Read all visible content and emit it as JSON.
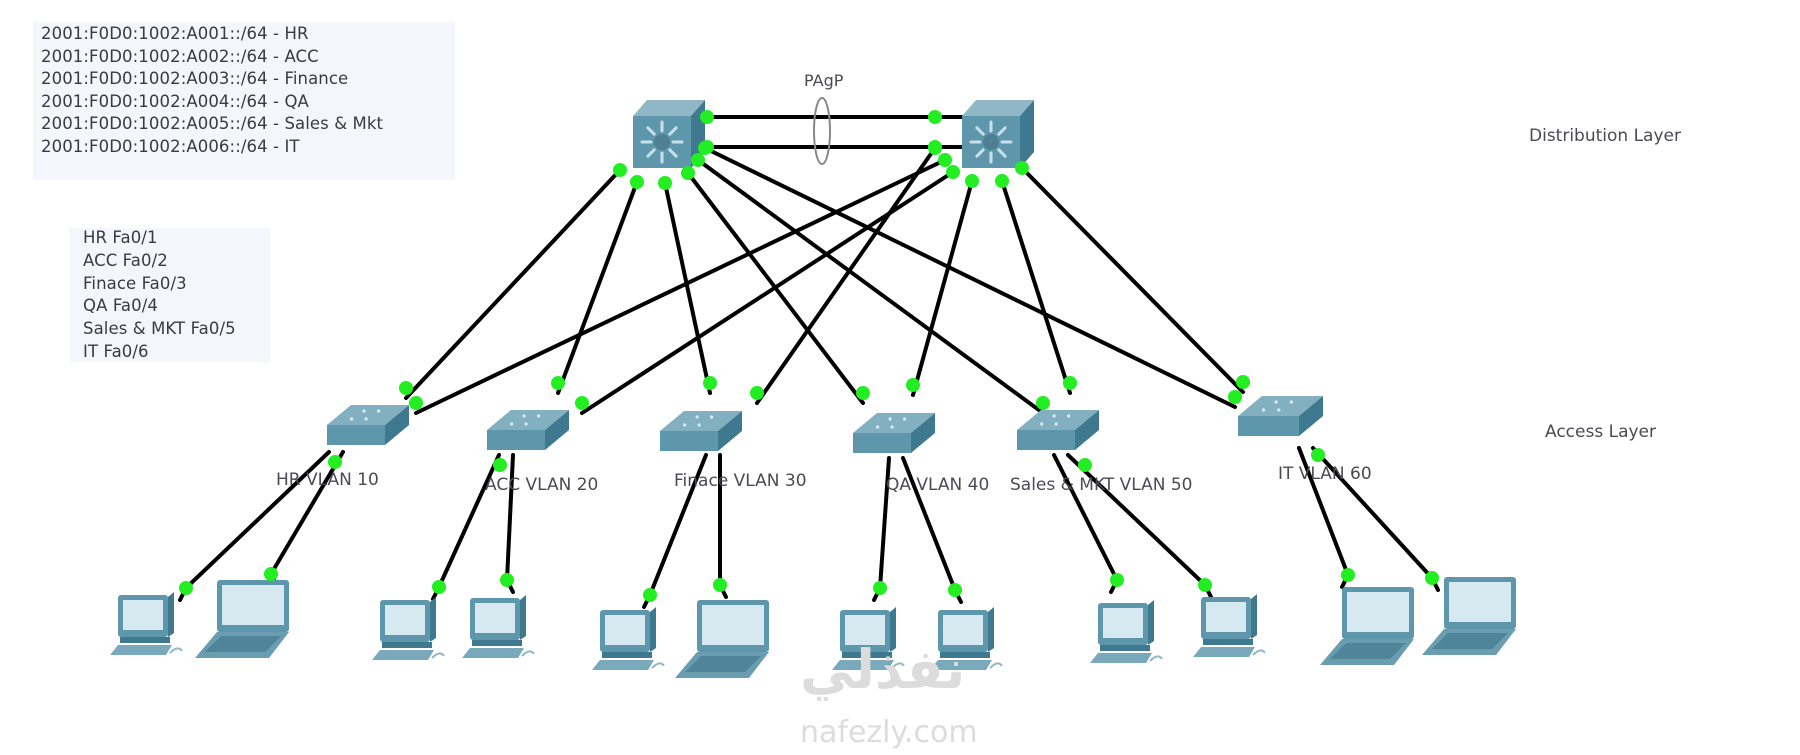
{
  "ipv6_prefixes": {
    "lines": [
      "2001:F0D0:1002:A001::/64 - HR",
      "2001:F0D0:1002:A002::/64 - ACC",
      "2001:F0D0:1002:A003::/64 - Finance",
      "2001:F0D0:1002:A004::/64 - QA",
      "2001:F0D0:1002:A005::/64 - Sales & Mkt",
      "2001:F0D0:1002:A006::/64 - IT"
    ]
  },
  "port_mapping": {
    "lines": [
      "HR Fa0/1",
      "ACC Fa0/2",
      "Finace Fa0/3",
      "QA Fa0/4",
      "Sales & MKT Fa0/5",
      "IT Fa0/6"
    ]
  },
  "etherchannel_label": "PAgP",
  "layers": {
    "distribution": "Distribution Layer",
    "access": "Access Layer"
  },
  "access_switches": [
    {
      "label": "HR VLAN 10",
      "end_devices": [
        "pc",
        "laptop"
      ]
    },
    {
      "label": "ACC VLAN 20",
      "end_devices": [
        "pc",
        "pc"
      ]
    },
    {
      "label": "Finace VLAN 30",
      "end_devices": [
        "pc",
        "laptop"
      ]
    },
    {
      "label": "QA VLAN 40",
      "end_devices": [
        "pc",
        "pc"
      ]
    },
    {
      "label": "Sales & MKT VLAN 50",
      "end_devices": [
        "pc",
        "pc"
      ]
    },
    {
      "label": "IT VLAN 60",
      "end_devices": [
        "laptop",
        "laptop"
      ]
    }
  ],
  "distribution_switches": [
    "multilayer-switch",
    "multilayer-switch"
  ],
  "colors": {
    "link": "#000000",
    "link_up": "#22ee22",
    "device": "#5e97ab",
    "device_dark": "#3f7990",
    "screen": "#d6e8f0"
  },
  "watermark": {
    "arabic": "نفذلي",
    "latin": "nafezly.com"
  }
}
